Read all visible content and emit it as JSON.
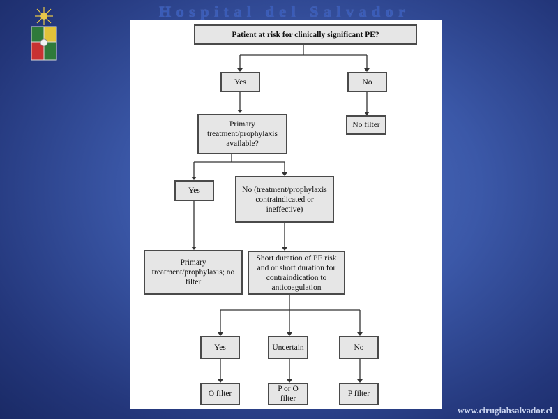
{
  "header": {
    "title": "H o s p i t a l   d e l   S a l v a d o r",
    "emblem_icon": "university-crest-icon"
  },
  "footer": {
    "url": "www.cirugiahsalvador.cl"
  },
  "flowchart": {
    "root": "Patient at risk for clinically significant PE?",
    "root_yes": "Yes",
    "root_no": "No",
    "no_filter": "No filter",
    "primary_question": "Primary treatment/prophylaxis available?",
    "primary_yes": "Yes",
    "primary_no": "No (treatment/prophylaxis contraindicated or ineffective)",
    "primary_result": "Primary treatment/prophylaxis; no filter",
    "duration_question": "Short duration of PE risk and or short duration for contraindication to anticoagulation",
    "duration_yes": "Yes",
    "duration_uncertain": "Uncertain",
    "duration_no": "No",
    "result_yes": "O filter",
    "result_uncertain": "P or O filter",
    "result_no": "P filter"
  }
}
